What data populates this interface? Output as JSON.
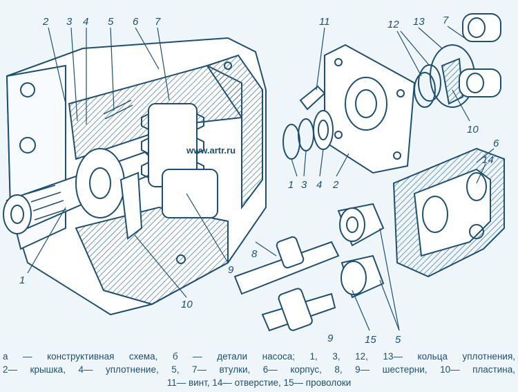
{
  "watermark": "www.artr.ru",
  "callouts": {
    "n2_left": "2",
    "n3_left": "3",
    "n4_left": "4",
    "n5_left": "5",
    "n6_left": "6",
    "n7_left": "7",
    "n1_left": "1",
    "n9_left": "9",
    "n10_left": "10",
    "n11": "11",
    "n12": "12",
    "n13": "13",
    "n7_right": "7",
    "n10_right": "10",
    "n6_right": "6",
    "n14": "14",
    "n1_right": "1",
    "n3_right": "3",
    "n4_right": "4",
    "n2_right": "2",
    "n8": "8",
    "n9_right": "9",
    "n15": "15",
    "n5_right": "5"
  },
  "caption": {
    "line1": "а — конструктивная схема, б — детали насоса; 1, 3, 12, 13— кольца уплотнения,",
    "line2": "2— крышка, 4— уплотнение, 5, 7— втулки, 6— корпус, 8, 9— шестерни, 10— пластина,",
    "line3": "11— винт, 14— отверстие, 15— проволоки"
  },
  "colors": {
    "ink": "#1d4f73",
    "paper": "#eef6fa",
    "hatch": "#3b6f93"
  }
}
